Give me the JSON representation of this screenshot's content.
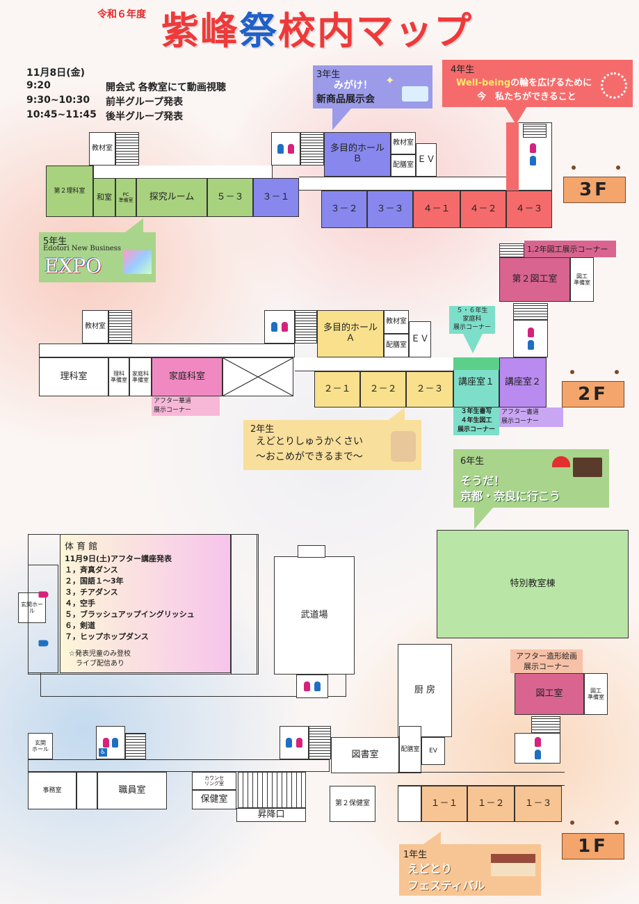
{
  "header": {
    "era": "令和６年度",
    "title_1": "紫峰",
    "title_2": "祭",
    "title_3": "校内マップ"
  },
  "schedule": {
    "date": "11月8日(金)",
    "rows": [
      {
        "time": "9:20",
        "event": "開会式 各教室にて動画視聴"
      },
      {
        "time": "9:30~10:30",
        "event": "前半グループ発表"
      },
      {
        "time": "10:45~11:45",
        "event": "後半グループ発表"
      }
    ]
  },
  "floors": {
    "f3": "3F",
    "f2": "2F",
    "f1": "1F"
  },
  "bubbles": {
    "g3": {
      "grade": "3年生",
      "line1": "みがけ！",
      "line2": "新商品展示会"
    },
    "g4": {
      "grade": "4年生",
      "line1_a": "Well-being",
      "line1_b": "の輪を広げるために",
      "line2": "今　私たちができること"
    },
    "g5": {
      "grade": "5年生",
      "line1": "Edotori New Business",
      "line2": "EXPO"
    },
    "g2": {
      "grade": "2年生",
      "line1": "えどとりしゅうかくさい",
      "line2": "～おこめができるまで～"
    },
    "g6": {
      "grade": "6年生",
      "line1": "そうだ！",
      "line2": "京都・奈良に行こう"
    },
    "g1": {
      "grade": "1年生",
      "line1": "えどとり",
      "line2": "フェスティバル"
    }
  },
  "f3": {
    "rooms": {
      "kyozai": "教材室",
      "rika2": "第２理科室",
      "washitsu": "和室",
      "pc": "PC\n準備室",
      "tankyu": "探究ルーム",
      "r53": "５－３",
      "r31": "３－１",
      "tamokuteki_b": "多目的ホール Ｂ",
      "kyozai2": "教材室",
      "haizen": "配膳室",
      "ev": "ＥＶ",
      "r32": "３－２",
      "r33": "３－３",
      "r41": "４－１",
      "r42": "４－２",
      "r43": "４－３"
    }
  },
  "f2": {
    "tag_zuko": "1,2年図工展示コーナー",
    "tag_katei": "５・６年生\n家庭科\n展示コーナー",
    "tag_kadou": "アフター華道\n展示コーナー",
    "tag_shosha": "３年生書写\n４年生図工\n展示コーナー",
    "tag_shodo": "アフター書道\n展示コーナー",
    "rooms": {
      "zuko2": "第２図工室",
      "zuko_jun": "図工\n準備室",
      "kyozai": "教材室",
      "rika": "理科室",
      "rika_jun": "理科\n準備室",
      "katei_jun": "家庭科\n準備室",
      "katei": "家庭科室",
      "tamokuteki_a": "多目的ホール Ａ",
      "kyozai2": "教材室",
      "haizen": "配膳室",
      "ev": "ＥＶ",
      "r21": "２－１",
      "r22": "２－２",
      "r23": "２－３",
      "koza1": "講座室１",
      "koza2": "講座室２"
    }
  },
  "f1": {
    "gym": {
      "title": "体 育 館",
      "subtitle": "11月9日(土)アフター講座発表",
      "items": [
        "１，斉真ダンス",
        "２，国語１～3年",
        "３，チアダンス",
        "４，空手",
        "５，ブラッシュアップイングリッシュ",
        "６，剣道",
        "７，ヒップホップダンス"
      ],
      "note1": "☆発表児童のみ登校",
      "note2": "ライブ配信あり"
    },
    "tag_zokei": "アフター造形絵画\n展示コーナー",
    "rooms": {
      "genkan_a": "玄関ホール",
      "budo": "武道場",
      "tokubetsu": "特別教室棟",
      "chubo": "厨 房",
      "zuko": "図工室",
      "zuko_jun": "図工\n準備室",
      "genkan_b": "玄関\nホール",
      "jimu": "事務室",
      "shokuin": "職員室",
      "counsel": "カウンセ\nリング室",
      "hoken": "保健室",
      "shoko": "昇降口",
      "tosho": "図書室",
      "haizen": "配膳室",
      "ev": "EV",
      "hoken2": "第２保健室",
      "r11": "１－１",
      "r12": "１－２",
      "r13": "１－３"
    }
  },
  "colors": {
    "green": "#a8d27e",
    "blue": "#8787ee",
    "red": "#f56b6b",
    "pink": "#e8649a",
    "yellow": "#f8e08c",
    "purple": "#b98aef",
    "teal": "#7ddfc9",
    "peach": "#f7c593"
  }
}
